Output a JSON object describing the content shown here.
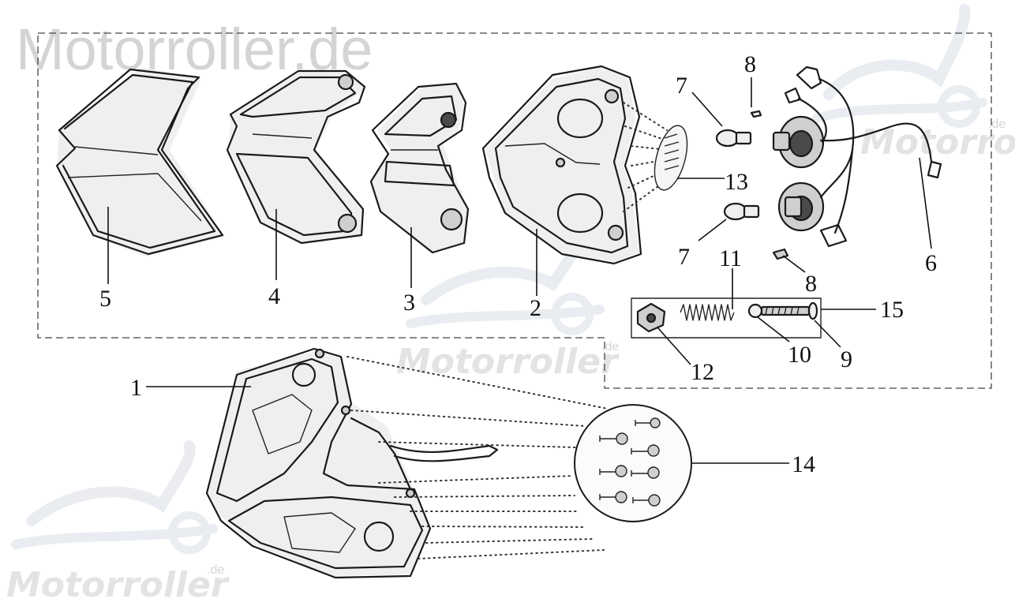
{
  "watermark": {
    "main": "Motorroller.de",
    "brand": "Motorroller",
    "brand_suffix": ".de"
  },
  "callouts": {
    "p1": "1",
    "p2": "2",
    "p3": "3",
    "p4": "4",
    "p5": "5",
    "p6": "6",
    "p7a": "7",
    "p7b": "7",
    "p8a": "8",
    "p8b": "8",
    "p9": "9",
    "p10": "10",
    "p11": "11",
    "p12": "12",
    "p13": "13",
    "p14": "14",
    "p15": "15"
  }
}
